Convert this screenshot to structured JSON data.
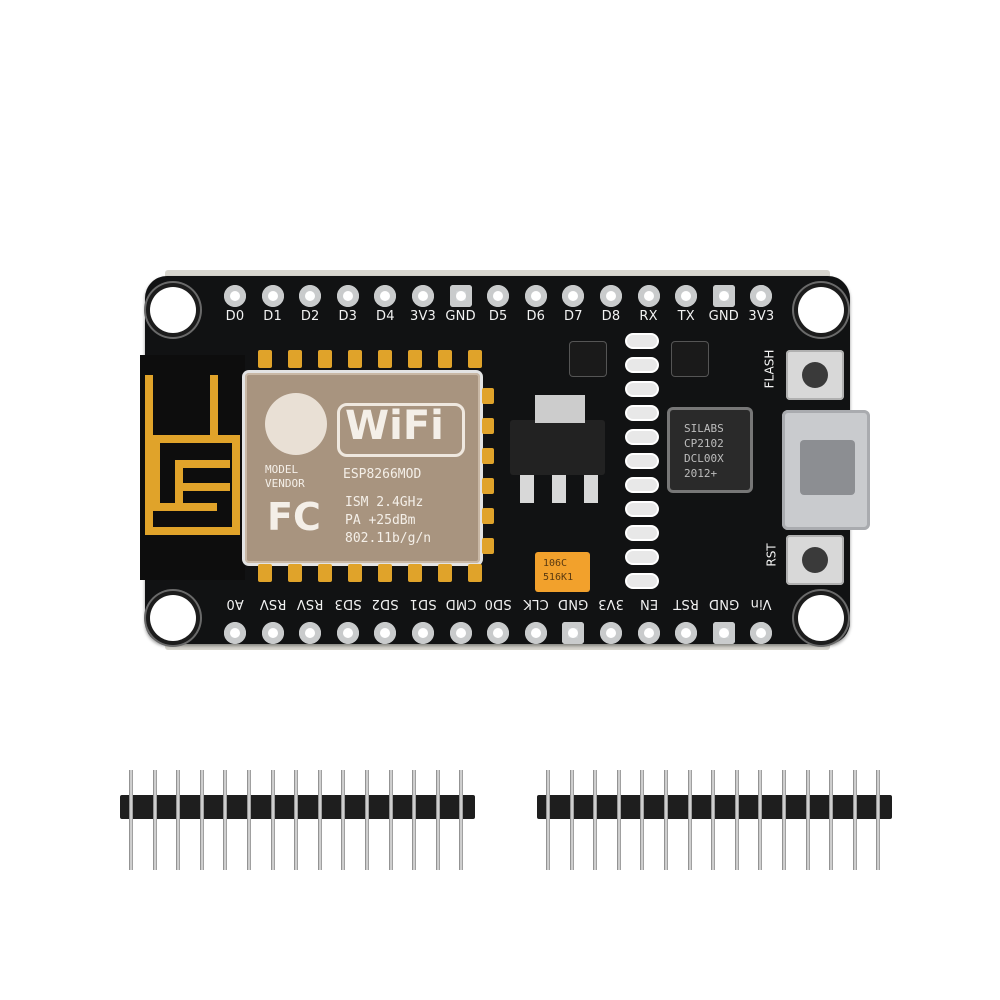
{
  "top_pins": [
    "D0",
    "D1",
    "D2",
    "D3",
    "D4",
    "3V3",
    "GND",
    "D5",
    "D6",
    "D7",
    "D8",
    "RX",
    "TX",
    "GND",
    "3V3"
  ],
  "bottom_pins": [
    "A0",
    "RSV",
    "RSV",
    "SD3",
    "SD2",
    "SD1",
    "CMD",
    "SD0",
    "CLK",
    "GND",
    "3V3",
    "EN",
    "RST",
    "GND",
    "Vin"
  ],
  "module": {
    "brand_text": "WiFi",
    "model_line1": "MODEL",
    "model_line2": "VENDOR",
    "chip_name": "ESP8266MOD",
    "fc_mark": "FC",
    "spec1": "ISM 2.4GHz",
    "spec2": "PA +25dBm",
    "spec3": "802.11b/g/n"
  },
  "usb_chip": {
    "line1": "SILABS",
    "line2": "CP2102",
    "line3": "DCL00X",
    "line4": "2012+"
  },
  "capacitor": {
    "line1": "106C",
    "line2": "516K1"
  },
  "buttons": {
    "flash_label": "FLASH",
    "reset_label": "RST"
  },
  "colors": {
    "board": "#111213",
    "gold": "#e0a32a",
    "module": "#a8947f"
  }
}
